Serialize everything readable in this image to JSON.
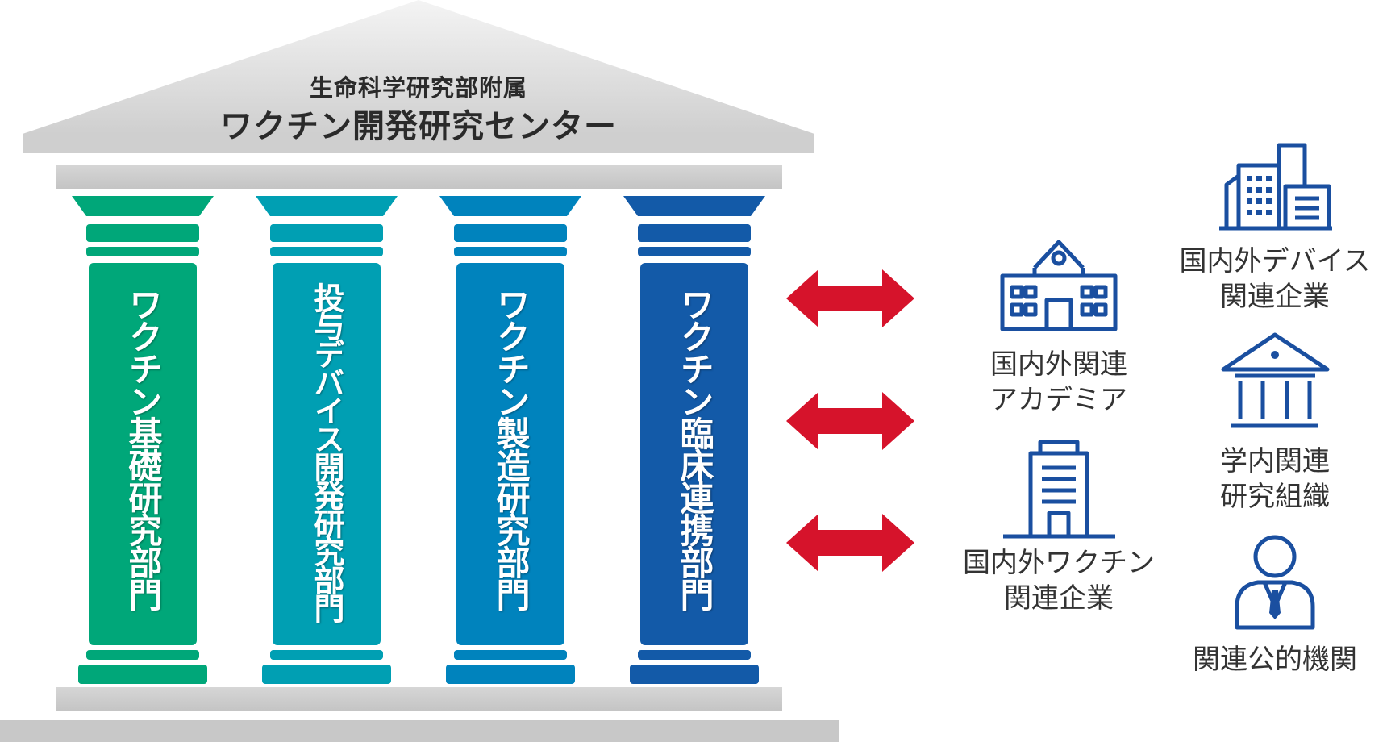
{
  "center": {
    "subtitle": "生命科学研究部附属",
    "title": "ワクチン開発研究センター"
  },
  "pillars": [
    {
      "label": "ワクチン基礎研究部門",
      "color": "#00a779"
    },
    {
      "label": "投与デバイス開発研究部門",
      "color": "#009fb3"
    },
    {
      "label": "ワクチン製造研究部門",
      "color": "#0083bd"
    },
    {
      "label": "ワクチン臨床連携部門",
      "color": "#135aa8"
    }
  ],
  "partners": {
    "academia": "国内外関連\nアカデミア",
    "vaccine_companies": "国内外ワクチン\n関連企業",
    "device_companies": "国内外デバイス\n関連企業",
    "internal_orgs": "学内関連\n研究組織",
    "public_agencies": "関連公的機関"
  },
  "colors": {
    "roof": "#d9d9d9",
    "beam": "#c8c8c8",
    "arrow": "#d6132b",
    "icon": "#1a4fa0"
  },
  "icons": [
    "school-icon",
    "office-building-icon",
    "city-buildings-icon",
    "institution-icon",
    "official-person-icon",
    "double-arrow-icon"
  ]
}
